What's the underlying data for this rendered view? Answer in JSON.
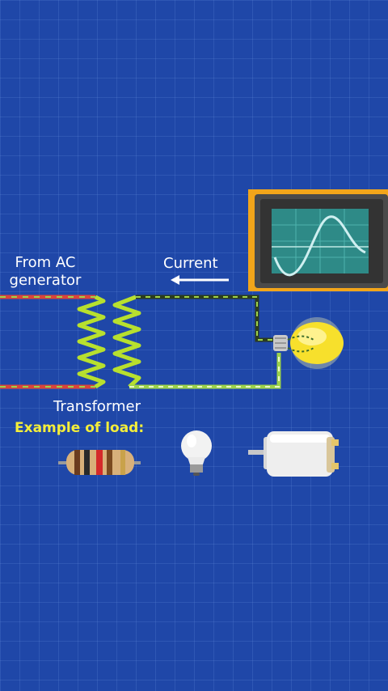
{
  "labels": {
    "from_ac_generator": "From AC\ngenerator",
    "current": "Current",
    "transformer": "Transformer",
    "example_of_load": "Example of load:"
  },
  "icons": [
    "oscilloscope-icon",
    "light-bulb-icon",
    "resistor-icon",
    "small-bulb-icon",
    "dc-motor-icon",
    "arrow-left-icon"
  ],
  "colors": {
    "background": "#1f47a8",
    "primary_wire": "#d9453a",
    "secondary_wire": "#9cd24a",
    "coil": "#b8e02e",
    "label_yellow": "#f4ee3a",
    "oscilloscope_frame": "#f2a51a",
    "oscilloscope_screen": "#2e8a87"
  }
}
